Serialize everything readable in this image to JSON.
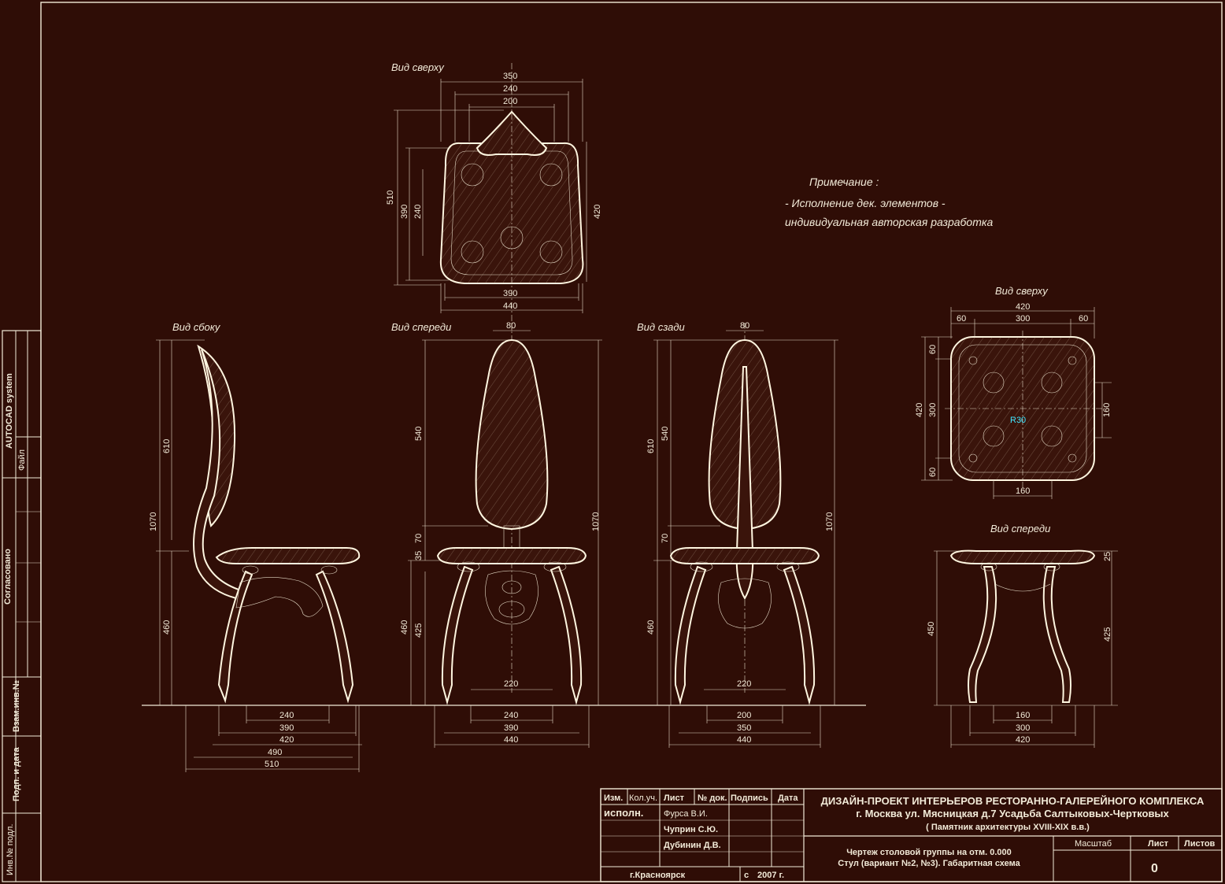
{
  "views": {
    "top_chair": "Вид сверху",
    "side": "Вид сбоку",
    "front": "Вид спереди",
    "back": "Вид сзади",
    "stool_top": "Вид сверху",
    "stool_front": "Вид спереди"
  },
  "note": {
    "title": "Примечание :",
    "line1": "- Исполнение дек. элементов  -",
    "line2": "индивидуальная авторская разработка"
  },
  "dims": {
    "top": {
      "w350": "350",
      "w240": "240",
      "w200": "200",
      "h510": "510",
      "h390": "390",
      "h240": "240",
      "h420": "420",
      "b390": "390",
      "b440": "440"
    },
    "side": {
      "h610": "610",
      "h1070": "1070",
      "h460": "460",
      "b240": "240",
      "b390": "390",
      "b420": "420",
      "b490": "490",
      "b510": "510"
    },
    "front": {
      "t80": "80",
      "h540": "540",
      "h70": "70",
      "h35": "35",
      "h460": "460",
      "h425": "425",
      "h1070": "1070",
      "i220": "220",
      "b240": "240",
      "b390": "390",
      "b440": "440"
    },
    "back": {
      "t80": "80",
      "h610": "610",
      "h540": "540",
      "h70": "70",
      "h460": "460",
      "h1070": "1070",
      "i220": "220",
      "b200": "200",
      "b350": "350",
      "b440": "440"
    },
    "stool_top": {
      "w420": "420",
      "w60a": "60",
      "w300": "300",
      "w60b": "60",
      "h60a": "60",
      "h420": "420",
      "h300": "300",
      "h60b": "60",
      "r160": "160",
      "b160": "160",
      "r30": "R30"
    },
    "stool_front": {
      "h25": "25",
      "h450": "450",
      "h425": "425",
      "b160": "160",
      "b300": "300",
      "b420": "420"
    }
  },
  "side_stamp": {
    "autocad": "AUTOCAD system",
    "file": "Файл",
    "agreed": "Согласовано",
    "vzam": "Взам.инв.№",
    "podp": "Подп. и дата",
    "inv": "Инв.№ подл."
  },
  "titleblock": {
    "headers": [
      "Изм.",
      "Кол.уч.",
      "Лист",
      "№ док.",
      "Подпись",
      "Дата"
    ],
    "role": "исполн.",
    "names": [
      "Фурса В.И.",
      "Чуприн С.Ю.",
      "Дубинин Д.В."
    ],
    "city": "г.Красноярск",
    "copy": "с",
    "year": "2007 г.",
    "project_line1": "ДИЗАЙН-ПРОЕКТ ИНТЕРЬЕРОВ РЕСТОРАННО-ГАЛЕРЕЙНОГО КОМПЛЕКСА",
    "project_line2": "г. Москва ул. Мясницкая д.7   Усадьба Салтыковых-Чертковых",
    "project_line3": "( Памятник архитектуры XVIII-XIX в.в.)",
    "drawing_line1": "Чертеж столовой группы на отм. 0.000",
    "drawing_line2": "Стул (вариант №2, №3). Габаритная схема",
    "scale_label": "Масштаб",
    "sheet_label": "Лист",
    "sheets_label": "Листов",
    "sheet_value": "0"
  },
  "colors": {
    "background": "#2f0d06",
    "lines": "#f2ead8",
    "accent": "#3ee6ff"
  }
}
